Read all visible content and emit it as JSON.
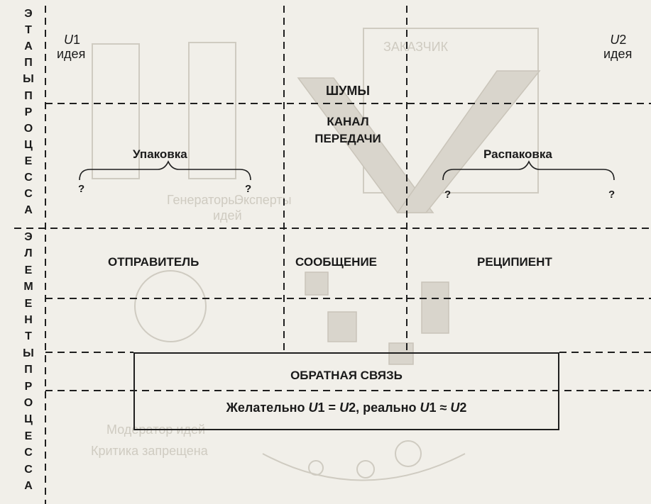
{
  "side": {
    "top_letters": [
      "Э",
      "Т",
      "А",
      "П",
      "Ы",
      "П",
      "Р",
      "О",
      "Ц",
      "Е",
      "С",
      "С",
      "А"
    ],
    "bottom_letters": [
      "Э",
      "Л",
      "Е",
      "М",
      "Е",
      "Н",
      "Т",
      "Ы",
      "П",
      "Р",
      "О",
      "Ц",
      "Е",
      "С",
      "С",
      "А"
    ]
  },
  "idea_left": {
    "u": "U",
    "num": "1",
    "word": "идея"
  },
  "idea_right": {
    "u": "U",
    "num": "2",
    "word": "идея"
  },
  "noise": "ШУМЫ",
  "channel": {
    "line1": "КАНАЛ",
    "line2": "ПЕРЕДАЧИ"
  },
  "packing": "Упаковка",
  "unpacking": "Распаковка",
  "question_mark": "?",
  "sender": "ОТПРАВИТЕЛЬ",
  "message": "СООБЩЕНИЕ",
  "recipient": "РЕЦИПИЕНТ",
  "feedback": {
    "title": "ОБРАТНАЯ СВЯЗЬ",
    "formula": {
      "p1": "Желательно ",
      "u1": "U",
      "n1": "1",
      "eq": " = ",
      "u2": "U",
      "n2": "2",
      "p2": ", реально ",
      "u3": "U",
      "n3": "1",
      "approx": " ≈ ",
      "u4": "U",
      "n4": "2"
    }
  },
  "background_print": {
    "w1": "ЗАКАЗЧИК",
    "w2": "Генераторы",
    "w3": "Эксперты",
    "w4": "идей",
    "w5": "Модерaтор идей",
    "w6": "Критика запрещена"
  }
}
